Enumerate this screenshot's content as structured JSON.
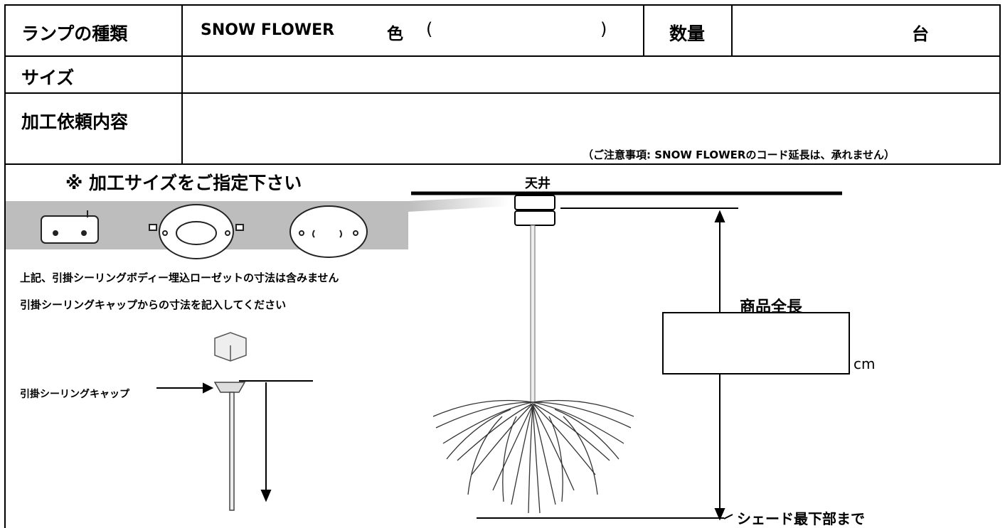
{
  "row1": {
    "type_label": "ランプの種類",
    "product": "SNOW FLOWER",
    "color_label": "色",
    "paren_open": "(",
    "paren_close": ")",
    "quantity_label": "数量",
    "unit": "台"
  },
  "row2": {
    "size_label": "サイズ"
  },
  "row3": {
    "request_label": "加工依頼内容",
    "note": "（ご注意事項:  SNOW  FLOWERのコード延長は、承れません）"
  },
  "instructions": {
    "heading": "※  加工サイズをご指定下さい",
    "line1": "上記、引掛シーリングボディー埋込ローゼットの寸法は含みません",
    "line2": "引掛シーリングキャップからの寸法を記入してください",
    "cap_label": "引掛シーリングキャップ"
  },
  "diagram": {
    "ceiling_label": "天井",
    "total_length_label": "商品全長",
    "unit_label": "cm",
    "bottom_label": "シェード最下部まで"
  }
}
